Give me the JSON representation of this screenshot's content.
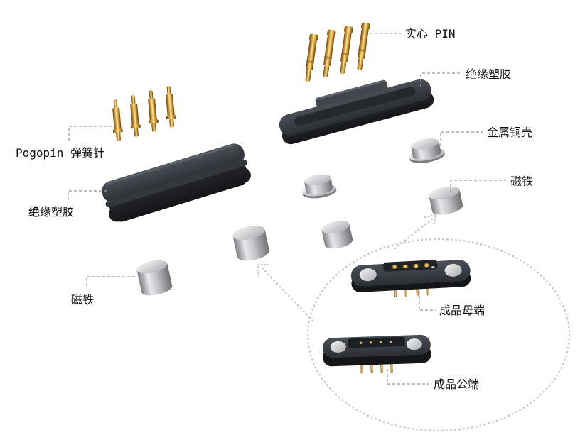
{
  "callouts": {
    "solid_pin": "实心 PIN",
    "insulator_top": "绝缘塑胶",
    "pogopin": "Pogopin 弹簧针",
    "copper_shell": "金属铜壳",
    "magnet_right": "磁铁",
    "insulator_left": "绝缘塑胶",
    "magnet_left": "磁铁",
    "female_finished": "成品母端",
    "male_finished": "成品公端"
  },
  "colors": {
    "label": "#111111",
    "callout_line": "#9a9a9a",
    "guide": "#c9c9c9"
  }
}
